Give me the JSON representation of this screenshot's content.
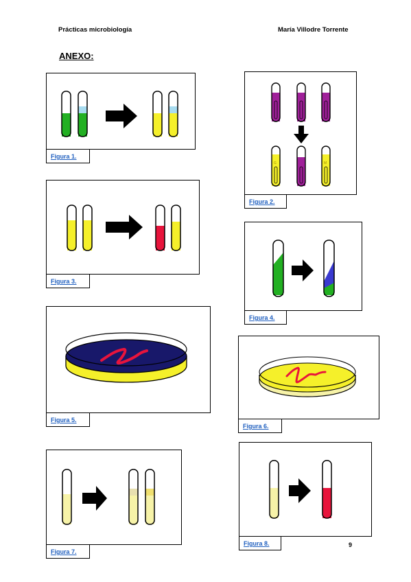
{
  "header": {
    "left": "Prácticas microbiología",
    "right": "María Villodre Torrente"
  },
  "section_title": "ANEXO:",
  "figures": [
    {
      "caption": "Figura 1."
    },
    {
      "caption": "Figura 2."
    },
    {
      "caption": "Figura 3."
    },
    {
      "caption": "Figura 4."
    },
    {
      "caption": "Figura 5."
    },
    {
      "caption": "Figura 6."
    },
    {
      "caption": "Figura 7."
    },
    {
      "caption": "Figura 8."
    }
  ],
  "tube_labels": {
    "g": "G",
    "m": "M"
  },
  "page_number": "9",
  "colors": {
    "green": "#22b022",
    "light_blue": "#a8dcf0",
    "yellow": "#f5f02a",
    "red": "#e8143c",
    "purple": "#a0209a",
    "navy": "#18186a",
    "pale_yellow": "#f7f3a8",
    "blue": "#3a3ad0",
    "caption_link": "#1f5fbf"
  }
}
